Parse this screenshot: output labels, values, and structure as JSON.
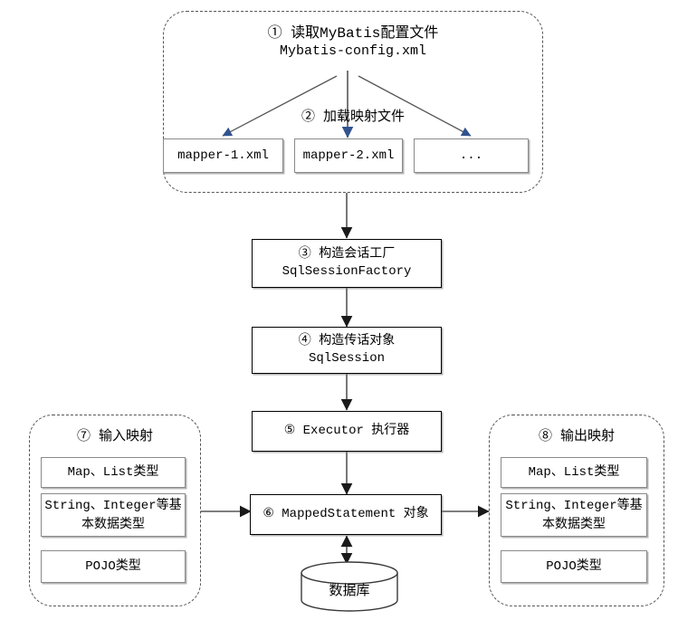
{
  "diagram": {
    "title_line1": "① 读取MyBatis配置文件",
    "title_line2": "Mybatis-config.xml",
    "load_mappers_label": "② 加载映射文件",
    "mappers": [
      {
        "label": "mapper-1.xml"
      },
      {
        "label": "mapper-2.xml"
      },
      {
        "label": "..."
      }
    ],
    "steps": [
      {
        "line1": "③ 构造会话工厂",
        "line2": "SqlSessionFactory"
      },
      {
        "line1": "④ 构造传话对象",
        "line2": "SqlSession"
      },
      {
        "line1": "⑤ Executor 执行器",
        "line2": ""
      },
      {
        "line1": "⑥ MappedStatement 对象",
        "line2": ""
      }
    ],
    "input_panel": {
      "title": "⑦ 输入映射",
      "items": [
        {
          "line1": "Map、List类型",
          "line2": ""
        },
        {
          "line1": "String、Integer等基",
          "line2": "本数据类型"
        },
        {
          "line1": "POJO类型",
          "line2": ""
        }
      ]
    },
    "output_panel": {
      "title": "⑧ 输出映射",
      "items": [
        {
          "line1": "Map、List类型",
          "line2": ""
        },
        {
          "line1": "String、Integer等基",
          "line2": "本数据类型"
        },
        {
          "line1": "POJO类型",
          "line2": ""
        }
      ]
    },
    "database": {
      "label": "数据库"
    },
    "colors": {
      "arrow_stroke": "#555555",
      "arrowhead_blue": "#31538f",
      "arrowhead_black": "#111111",
      "box_border": "#8a8a8a",
      "dashed_border": "#555555",
      "background": "#ffffff"
    }
  }
}
